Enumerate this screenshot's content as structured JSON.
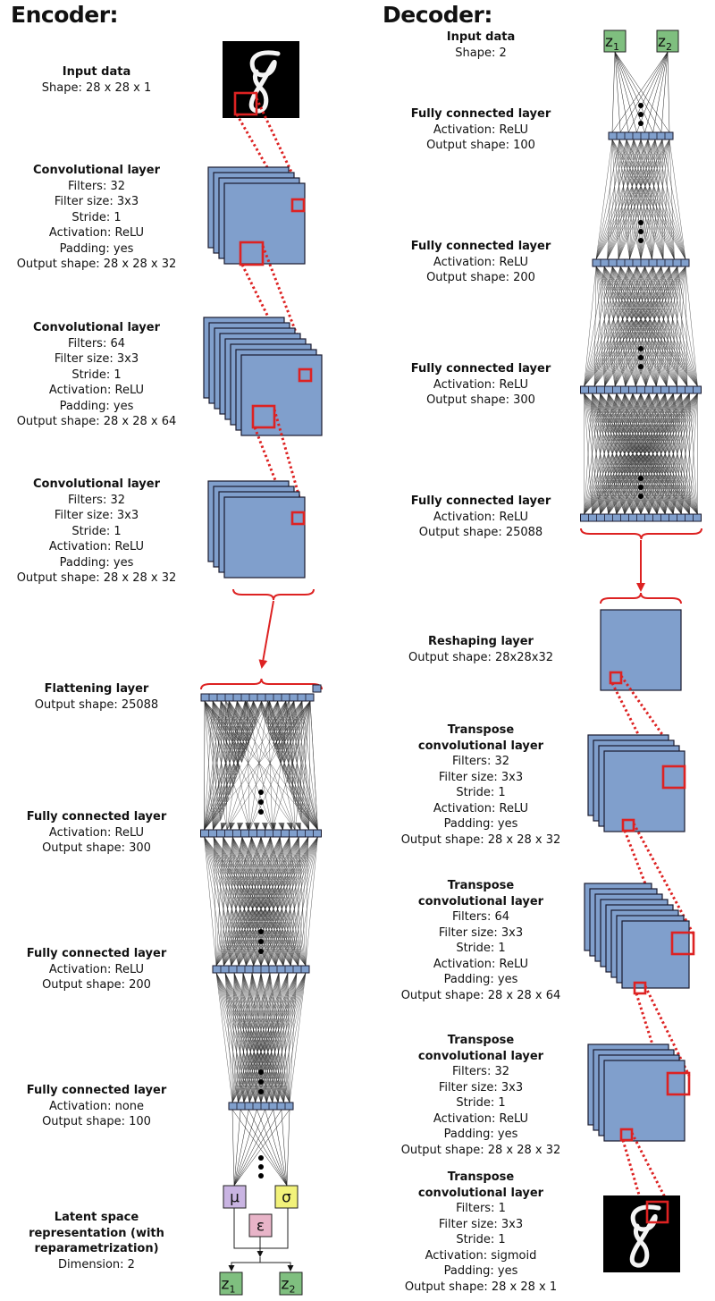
{
  "encoder": {
    "title": "Encoder:",
    "input": {
      "heading": "Input data",
      "lines": [
        "Shape: 28 x 28 x 1"
      ]
    },
    "conv1": {
      "heading": "Convolutional layer",
      "lines": [
        "Filters: 32",
        "Filter size: 3x3",
        "Stride: 1",
        "Activation: ReLU",
        "Padding: yes",
        "Output shape: 28 x 28 x 32"
      ]
    },
    "conv2": {
      "heading": "Convolutional layer",
      "lines": [
        "Filters: 64",
        "Filter size: 3x3",
        "Stride: 1",
        "Activation: ReLU",
        "Padding: yes",
        "Output shape: 28 x 28 x 64"
      ]
    },
    "conv3": {
      "heading": "Convolutional layer",
      "lines": [
        "Filters: 32",
        "Filter size: 3x3",
        "Stride: 1",
        "Activation: ReLU",
        "Padding: yes",
        "Output shape: 28 x 28 x 32"
      ]
    },
    "flatten": {
      "heading": "Flattening layer",
      "lines": [
        "Output shape: 25088"
      ]
    },
    "fc1": {
      "heading": "Fully connected layer",
      "lines": [
        "Activation: ReLU",
        "Output shape: 300"
      ]
    },
    "fc2": {
      "heading": "Fully connected layer",
      "lines": [
        "Activation: ReLU",
        "Output shape: 200"
      ]
    },
    "fc3": {
      "heading": "Fully connected layer",
      "lines": [
        "Activation: none",
        "Output shape: 100"
      ]
    },
    "latent": {
      "heading": [
        "Latent space",
        "representation (with",
        "reparametrization)"
      ],
      "lines": [
        "Dimension: 2"
      ]
    },
    "symbols": {
      "mu": "μ",
      "sigma": "σ",
      "epsilon": "ε",
      "z": "z",
      "sub1": "1",
      "sub2": "2"
    }
  },
  "decoder": {
    "title": "Decoder:",
    "input": {
      "heading": "Input data",
      "lines": [
        "Shape: 2"
      ]
    },
    "fc1": {
      "heading": "Fully connected layer",
      "lines": [
        "Activation: ReLU",
        "Output shape: 100"
      ]
    },
    "fc2": {
      "heading": "Fully connected layer",
      "lines": [
        "Activation: ReLU",
        "Output shape: 200"
      ]
    },
    "fc3": {
      "heading": "Fully connected layer",
      "lines": [
        "Activation: ReLU",
        "Output shape: 300"
      ]
    },
    "fc4": {
      "heading": "Fully connected layer",
      "lines": [
        "Activation: ReLU",
        "Output shape: 25088"
      ]
    },
    "reshape": {
      "heading": "Reshaping layer",
      "lines": [
        "Output shape: 28x28x32"
      ]
    },
    "tconv1": {
      "heading": [
        "Transpose",
        "convolutional layer"
      ],
      "lines": [
        "Filters: 32",
        "Filter size: 3x3",
        "Stride: 1",
        "Activation: ReLU",
        "Padding: yes",
        "Output shape: 28 x 28 x 32"
      ]
    },
    "tconv2": {
      "heading": [
        "Transpose",
        "convolutional layer"
      ],
      "lines": [
        "Filters: 64",
        "Filter size: 3x3",
        "Stride: 1",
        "Activation: ReLU",
        "Padding: yes",
        "Output shape: 28 x 28 x 64"
      ]
    },
    "tconv3": {
      "heading": [
        "Transpose",
        "convolutional layer"
      ],
      "lines": [
        "Filters: 32",
        "Filter size: 3x3",
        "Stride: 1",
        "Activation: ReLU",
        "Padding: yes",
        "Output shape: 28 x 28 x 32"
      ]
    },
    "tconv4": {
      "heading": [
        "Transpose",
        "convolutional layer"
      ],
      "lines": [
        "Filters: 1",
        "Filter size: 3x3",
        "Stride: 1",
        "Activation: sigmoid",
        "Padding: yes",
        "Output shape: 28 x 28 x 1"
      ]
    }
  },
  "colors": {
    "feature_map": "#809fcc",
    "outline": "#1a1a2e",
    "highlight": "#dd2222",
    "bracket": "#dd2222",
    "mu_box": "#c9b4e2",
    "sigma_box": "#f2f27a",
    "epsilon_box": "#e8b4c8",
    "z_box": "#7fbf7f"
  },
  "icons": [
    "digit-eight-image",
    "feature-map-stack-icon",
    "neuron-layer-bar-icon",
    "ellipsis-dots-icon",
    "curly-brace-icon",
    "arrow-icon"
  ]
}
